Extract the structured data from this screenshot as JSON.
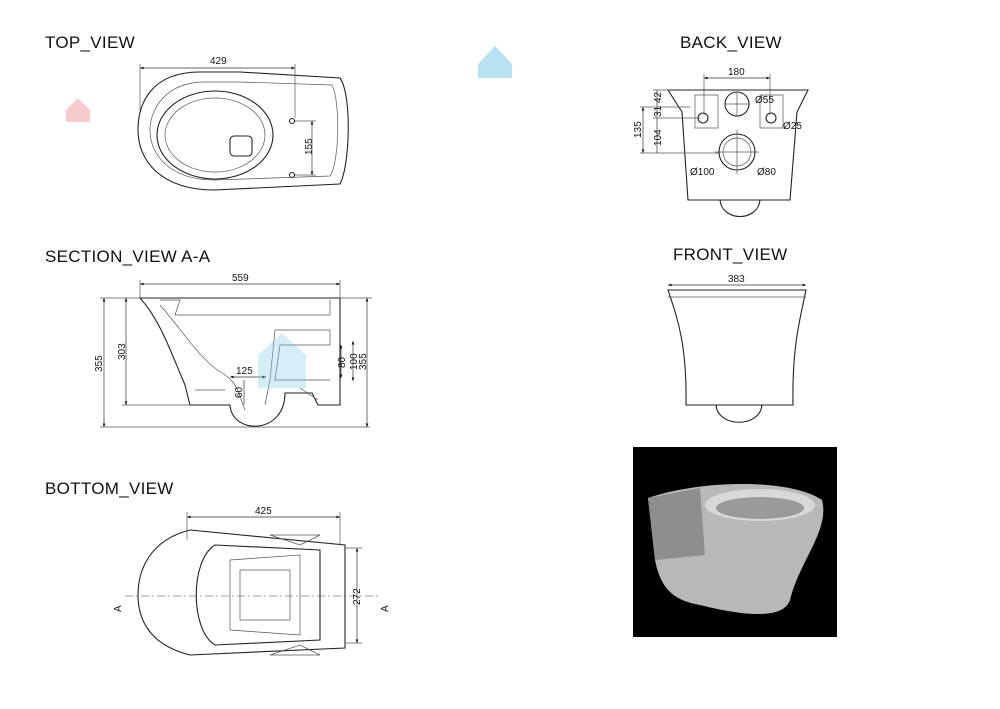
{
  "views": {
    "top": {
      "title": "TOP_VIEW",
      "dims": {
        "width": "429",
        "holes": "155"
      }
    },
    "back": {
      "title": "BACK_VIEW",
      "dims": {
        "spacing": "180",
        "d55": "Ø55",
        "d25": "Ø25",
        "d100": "Ø100",
        "d80": "Ø80",
        "h135": "135",
        "h104": "104",
        "h31": "31",
        "h42": "42"
      }
    },
    "section": {
      "title": "SECTION_VIEW  A-A",
      "dims": {
        "length": "559",
        "h355_left": "355",
        "h303": "303",
        "w125": "125",
        "h60": "60",
        "h80": "80",
        "h100": "100",
        "h355_right": "355"
      }
    },
    "front": {
      "title": "FRONT_VIEW",
      "dims": {
        "width": "383"
      }
    },
    "bottom": {
      "title": "BOTTOM_VIEW",
      "dims": {
        "width": "425",
        "h272": "272",
        "sectionMarkLeft": "A",
        "sectionMarkRight": "A"
      }
    }
  },
  "colors": {
    "line": "#222222",
    "photoBackground": "#000000",
    "watermarkBlue": "#7fc8e8",
    "watermarkPink": "#f0a0a0"
  }
}
